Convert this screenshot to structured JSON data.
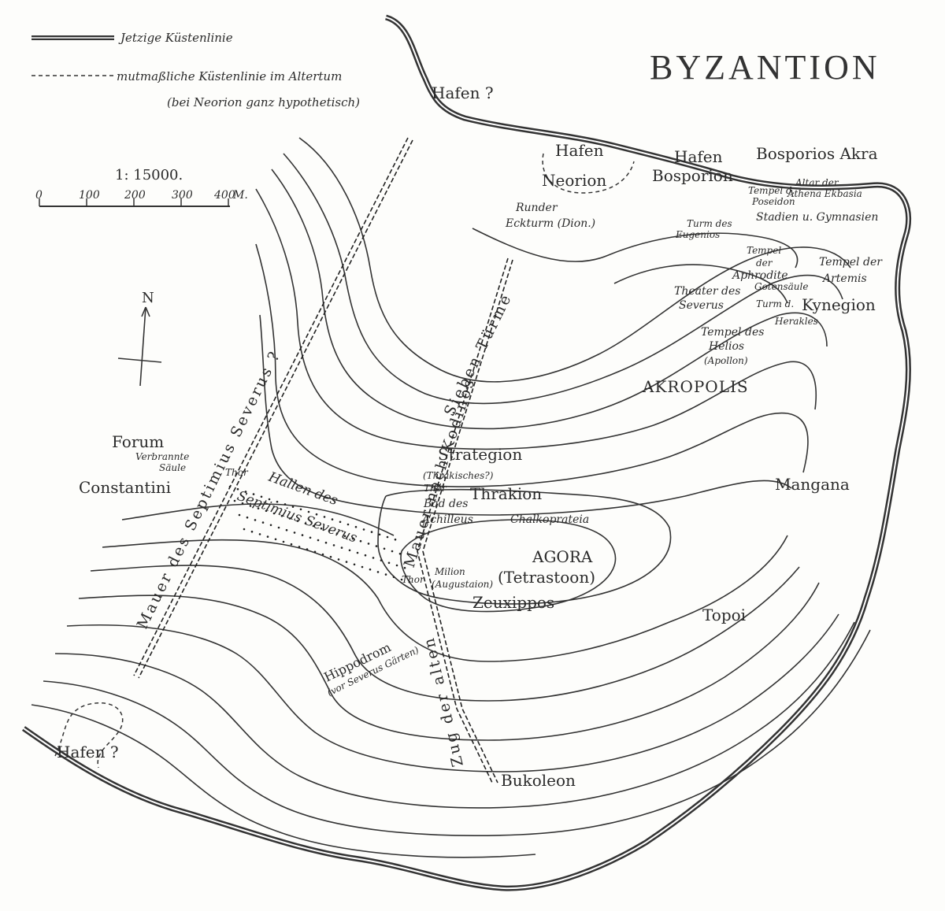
{
  "title": "BYZANTION",
  "legend": {
    "current_coast": "Jetzige Küstenlinie",
    "ancient_coast": "mutmaßliche Küstenlinie im Altertum",
    "ancient_coast_note": "(bei Neorion ganz hypothetisch)"
  },
  "scale": {
    "ratio": "1: 15000.",
    "ticks": [
      "0",
      "100",
      "200",
      "300",
      "400"
    ],
    "unit": "M."
  },
  "north": "N",
  "labels": {
    "hafen_top": "Hafen ?",
    "hafen_neorion": "Hafen",
    "neorion": "Neorion",
    "hafen_bosporion": "Hafen",
    "bosporion": "Bosporion",
    "bosporios_akra": "Bosporios Akra",
    "altar": "Altar der",
    "athena": "Athena Ekbasia",
    "tempel_poseidon_1": "Tempel d.",
    "tempel_poseidon_2": "Poseidon",
    "stadien": "Stadien u. Gymnasien",
    "runder_1": "Runder",
    "runder_2": "Eckturm (Dion.)",
    "turm_eug_1": "Turm des",
    "turm_eug_2": "Eugenios",
    "tempel_aphr_1": "Tempel",
    "tempel_aphr_2": "der",
    "tempel_aphr_3": "Aphrodite",
    "tempel_artemis_1": "Tempel der",
    "tempel_artemis_2": "Artemis",
    "gotensaeule": "Gotensäule",
    "theater_1": "Theater des",
    "theater_2": "Severus",
    "turm_herakles_1": "Turm d.",
    "turm_herakles_2": "Herakles",
    "kynegion": "Kynegion",
    "tempel_helios_1": "Tempel des",
    "tempel_helios_2": "Helios",
    "tempel_helios_3": "(Apollon)",
    "akropolis": "AKROPOLIS",
    "sieben_tuerme": "Sieben Türme",
    "strategion": "Strategion",
    "thrakisches": "(Thrakisches?)",
    "thor_1": "Thor",
    "thrakion": "Thrakion",
    "bad_1": "Bad des",
    "bad_2": "Achilleus",
    "chalkoprateia": "Chalkoprateia",
    "mangana": "Mangana",
    "agora": "AGORA",
    "tetrastoon": "(Tetrastoon)",
    "milion": "Milion",
    "thor_2": "Thor",
    "augustaion": "(Augustaion)",
    "zeuxippos": "Zeuxippos",
    "topoi": "Topoi",
    "forum": "Forum",
    "verbrannte_1": "Verbrannte",
    "verbrannte_2": "Säule",
    "constantini": "Constantini",
    "thor_3": "Thor",
    "hallen_1": "Hallen des",
    "hallen_2": "Septimius Severus",
    "hippodrom": "Hippodrom",
    "hippodrom_note": "(vor Severus Gärten)",
    "mauer_severus": "Mauer des Septimius Severus ?",
    "mauer_kodinos": "Mauer nach Kodinos",
    "zug_alten": "Zug der alten",
    "hafen_bottom": "Hafen ?",
    "bukoleon": "Bukoleon"
  }
}
